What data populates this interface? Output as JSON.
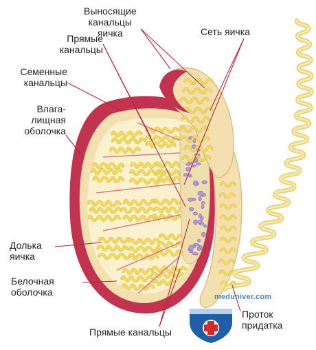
{
  "labels": {
    "efferent": "Выносящие\nканальцы\nяичка",
    "rete_testis": "Сеть яичка",
    "straight_top": "Прямые\nканальцы",
    "seminiferous": "Семенные\nканальцы",
    "vaginal": "Влага-\nлищная\nоболочка",
    "lobule": "Долька\nяичка",
    "albuginea": "Белочная\nоболочка",
    "straight_bottom": "Прямые канальцы",
    "duct": "Проток\nпридатка"
  },
  "watermark": "meduniver.com",
  "logo": {
    "text": "meduniver.com"
  },
  "colors": {
    "tunica_vaginalis": "#c2334f",
    "tunica_albuginea": "#f3dfb0",
    "tubules": "#f2dc62",
    "rete_spots": "#b49ad4",
    "leader_lines": "#b02840"
  }
}
